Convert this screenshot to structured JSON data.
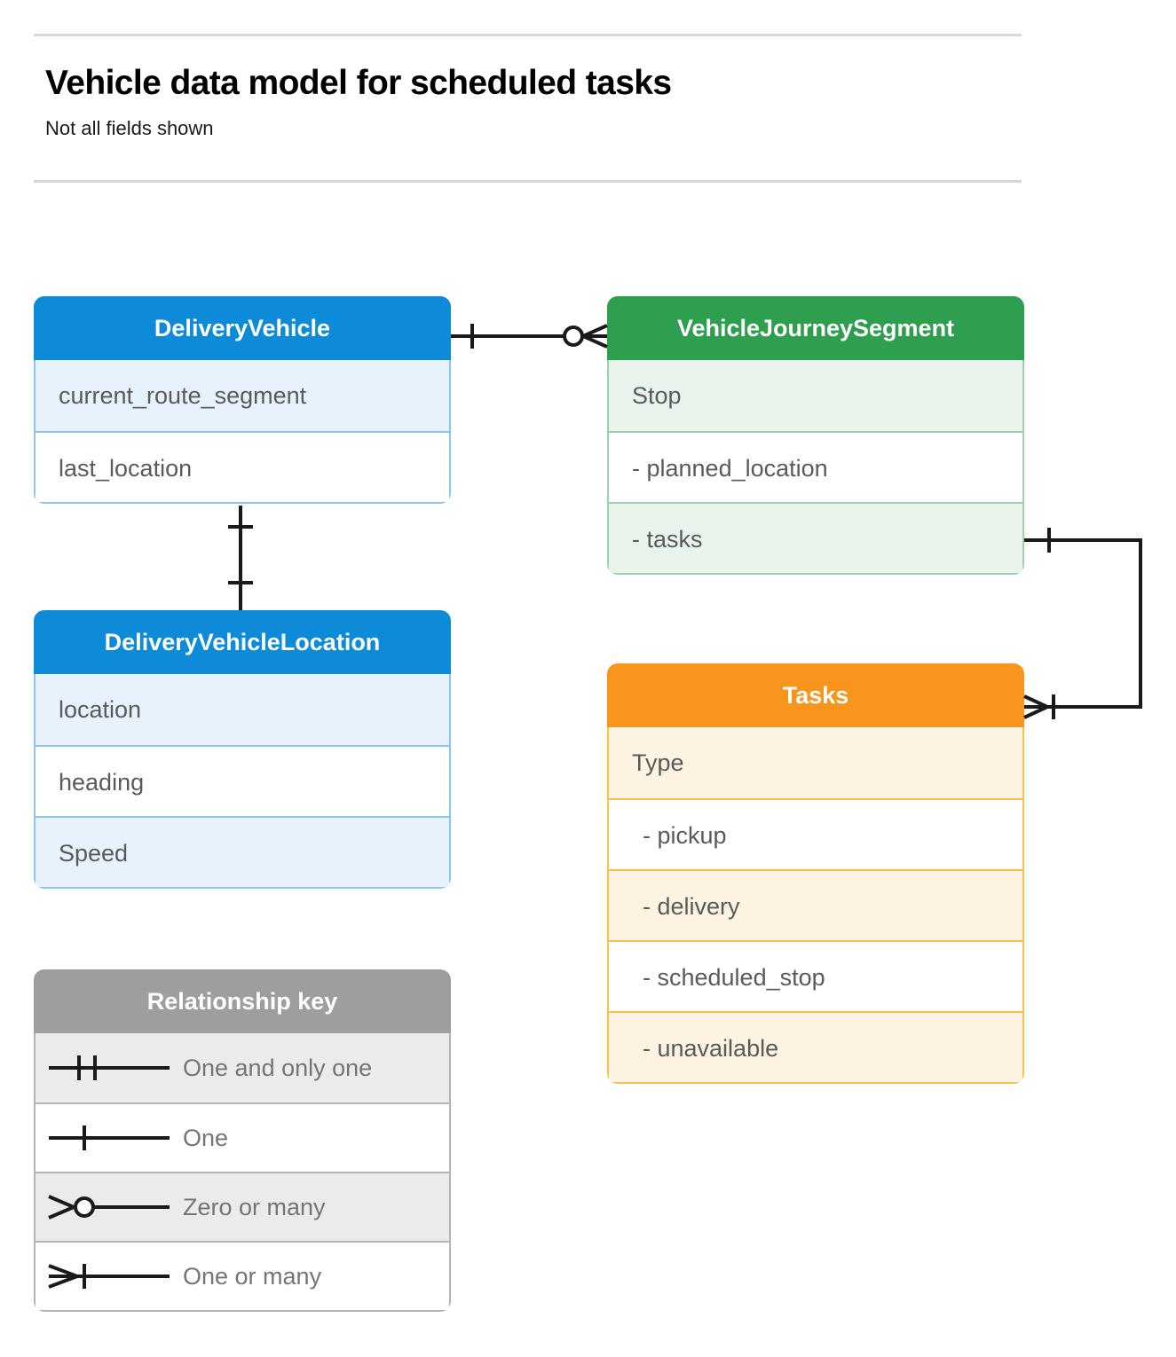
{
  "header": {
    "title": "Vehicle data model for scheduled tasks",
    "subtitle": "Not all fields shown"
  },
  "entities": [
    {
      "id": "delivery-vehicle",
      "name": "DeliveryVehicle",
      "color": "#0d8bd9",
      "rows": [
        {
          "label": "current_route_segment",
          "child": false
        },
        {
          "label": "last_location",
          "child": false
        }
      ]
    },
    {
      "id": "journey-segment",
      "name": "VehicleJourneySegment",
      "color": "#2e9e4f",
      "rows": [
        {
          "label": "Stop",
          "child": false
        },
        {
          "label": "-  planned_location",
          "child": false
        },
        {
          "label": "- tasks",
          "child": false
        }
      ]
    },
    {
      "id": "vehicle-location",
      "name": "DeliveryVehicleLocation",
      "color": "#0d8bd9",
      "rows": [
        {
          "label": "location",
          "child": false
        },
        {
          "label": "heading",
          "child": false
        },
        {
          "label": "Speed",
          "child": false
        }
      ]
    },
    {
      "id": "tasks",
      "name": "Tasks",
      "color": "#f7951d",
      "rows": [
        {
          "label": "Type",
          "child": false
        },
        {
          "label": "-  pickup",
          "child": true
        },
        {
          "label": "-  delivery",
          "child": true
        },
        {
          "label": "-  scheduled_stop",
          "child": true
        },
        {
          "label": "-  unavailable",
          "child": true
        }
      ]
    }
  ],
  "legend": {
    "title": "Relationship key",
    "color": "#9e9e9e",
    "items": [
      {
        "symbol": "one-and-only-one-icon",
        "label": "One and only one"
      },
      {
        "symbol": "one-icon",
        "label": "One"
      },
      {
        "symbol": "zero-or-many-icon",
        "label": "Zero or many"
      },
      {
        "symbol": "one-or-many-icon",
        "label": "One or many"
      }
    ]
  },
  "relationships": [
    {
      "id": "deliveryvehicle-to-journeysegment",
      "from": "DeliveryVehicle",
      "to": "VehicleJourneySegment",
      "from_cardinality": "One",
      "to_cardinality": "Zero or many"
    },
    {
      "id": "deliveryvehicle-to-vehiclelocation",
      "from": "DeliveryVehicle",
      "to": "DeliveryVehicleLocation",
      "from_cardinality": "One",
      "to_cardinality": "One"
    },
    {
      "id": "journeysegment-tasks-to-tasks",
      "from": "VehicleJourneySegment.tasks",
      "to": "Tasks",
      "from_cardinality": "One",
      "to_cardinality": "One or many"
    }
  ]
}
